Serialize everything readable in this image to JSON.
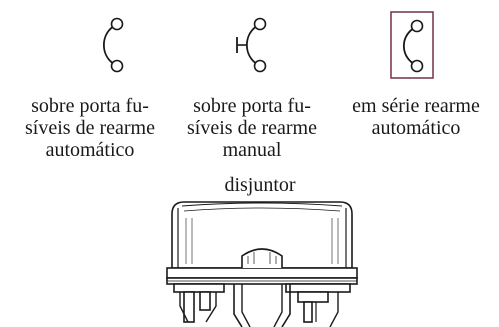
{
  "symbols": [
    {
      "caption": [
        "sobre porta fu-",
        "síveis de rearme",
        "automático"
      ]
    },
    {
      "caption": [
        "sobre porta fu-",
        "síveis de rearme",
        "manual"
      ]
    },
    {
      "caption": [
        "em série rearme",
        "automático"
      ],
      "frame_color": "#7a3d56"
    }
  ],
  "device": {
    "label": "disjuntor"
  }
}
